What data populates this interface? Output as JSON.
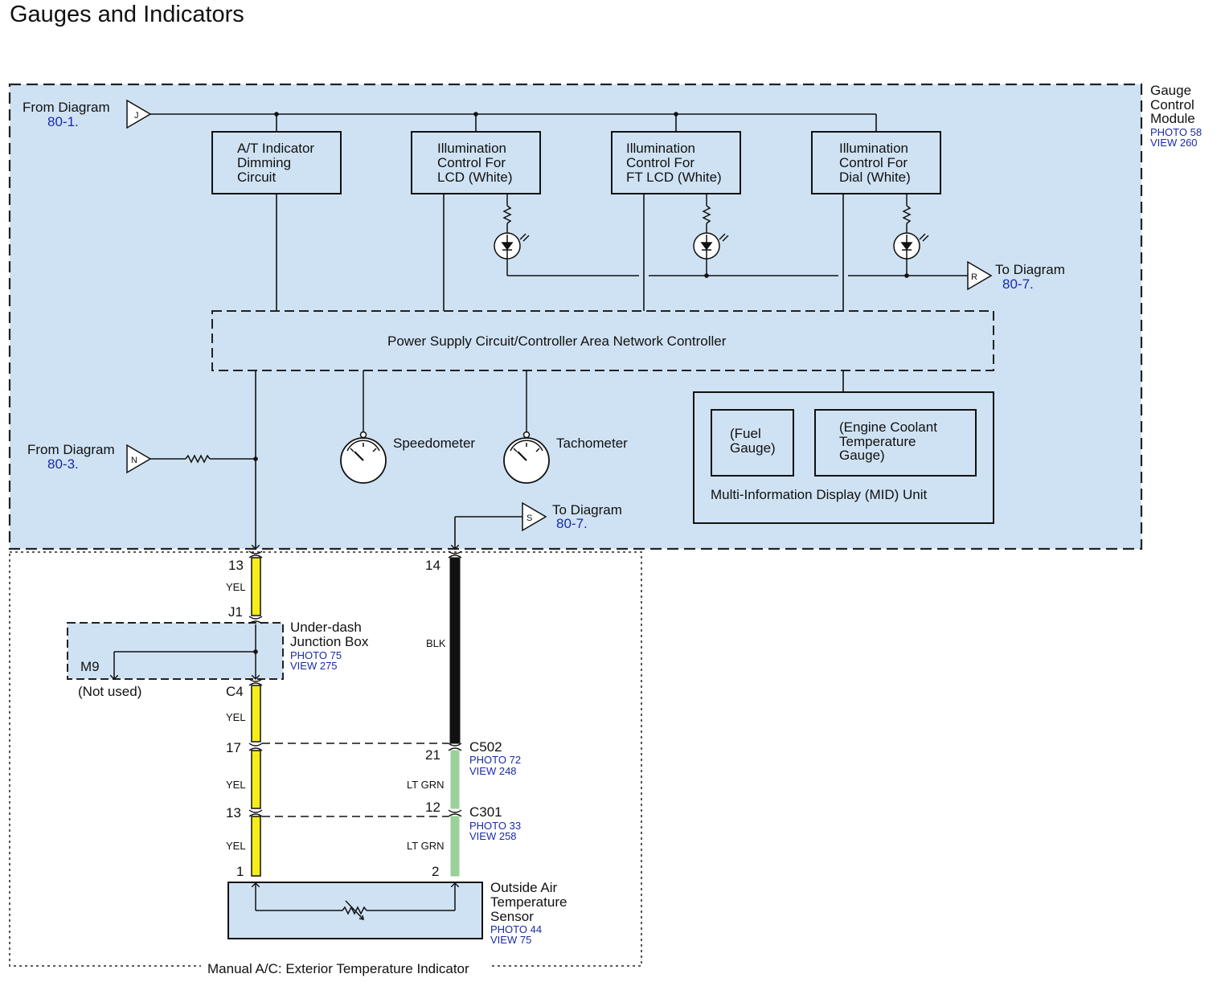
{
  "page_title": "Gauges and Indicators",
  "module": {
    "name_lines": [
      "Gauge",
      "Control",
      "Module"
    ],
    "photo": "PHOTO 58",
    "view": "VIEW 260"
  },
  "connectors": {
    "J": {
      "letter": "J",
      "label": "From Diagram",
      "ref": "80-1."
    },
    "N": {
      "letter": "N",
      "label": "From Diagram",
      "ref": "80-3."
    },
    "R": {
      "letter": "R",
      "label": "To Diagram",
      "ref": "80-7."
    },
    "S": {
      "letter": "S",
      "label": "To Diagram",
      "ref": "80-7."
    }
  },
  "blocks": {
    "at_dimming": [
      "A/T Indicator",
      "Dimming",
      "Circuit"
    ],
    "illum_lcd": [
      "Illumination",
      "Control For",
      "LCD (White)"
    ],
    "illum_ftlcd": [
      "Illumination",
      "Control For",
      "FT LCD (White)"
    ],
    "illum_dial": [
      "Illumination",
      "Control For",
      "Dial (White)"
    ],
    "power_supply": "Power Supply Circuit/Controller Area Network Controller"
  },
  "gauges": {
    "speedometer": "Speedometer",
    "tachometer": "Tachometer"
  },
  "mid": {
    "fuel": [
      "(Fuel",
      "Gauge)"
    ],
    "coolant": [
      "(Engine Coolant",
      "Temperature",
      "Gauge)"
    ],
    "label": "Multi-Information Display (MID) Unit"
  },
  "wires": {
    "yel": "YEL",
    "blk": "BLK",
    "ltgrn": "LT GRN",
    "colors": {
      "yel": "#f5ec1a",
      "blk": "#111111",
      "ltgrn": "#9bd09b",
      "module_fill": "#cfe2f3",
      "ref_text": "#1a2aa8"
    }
  },
  "pins": {
    "left_13_top": "13",
    "right_14": "14",
    "left_17": "17",
    "right_21": "21",
    "left_13_mid": "13",
    "right_12": "12",
    "left_1": "1",
    "right_2": "2"
  },
  "junction_box": {
    "name_lines": [
      "Under-dash",
      "Junction Box"
    ],
    "photo": "PHOTO 75",
    "view": "VIEW 275",
    "j1": "J1",
    "c4": "C4",
    "m9": "M9",
    "not_used": "(Not used)"
  },
  "c502": {
    "name": "C502",
    "photo": "PHOTO 72",
    "view": "VIEW 248"
  },
  "c301": {
    "name": "C301",
    "photo": "PHOTO 33",
    "view": "VIEW 258"
  },
  "sensor": {
    "name_lines": [
      "Outside Air",
      "Temperature",
      "Sensor"
    ],
    "photo": "PHOTO 44",
    "view": "VIEW 75"
  },
  "section_label": "Manual A/C: Exterior Temperature Indicator"
}
